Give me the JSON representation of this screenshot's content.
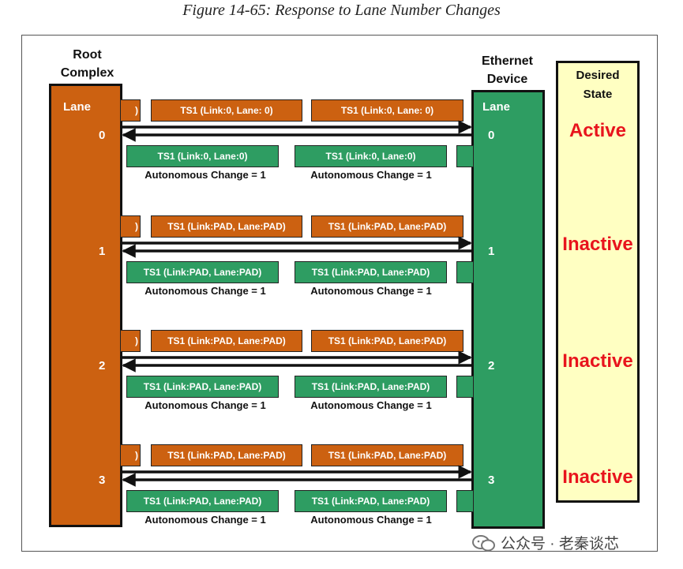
{
  "caption": "Figure 14-65: Response to Lane Number Changes",
  "root_complex": {
    "title": "Root\nComplex",
    "lane_label": "Lane"
  },
  "ethernet_device": {
    "title": "Ethernet\nDevice",
    "lane_label": "Lane"
  },
  "desired_state": {
    "title": "Desired\nState"
  },
  "lanes": [
    {
      "number": "0",
      "tx": "TS1 (Link:0, Lane: 0)",
      "tx_partial": ")",
      "rx": "TS1 (Link:0, Lane:0)",
      "note": "Autonomous Change = 1",
      "state": "Active"
    },
    {
      "number": "1",
      "tx": "TS1 (Link:PAD, Lane:PAD)",
      "tx_partial": ")",
      "rx": "TS1 (Link:PAD, Lane:PAD)",
      "note": "Autonomous Change = 1",
      "state": "Inactive"
    },
    {
      "number": "2",
      "tx": "TS1 (Link:PAD, Lane:PAD)",
      "tx_partial": ")",
      "rx": "TS1 (Link:PAD, Lane:PAD)",
      "note": "Autonomous Change = 1",
      "state": "Inactive"
    },
    {
      "number": "3",
      "tx": "TS1 (Link:PAD, Lane:PAD)",
      "tx_partial": ")",
      "rx": "TS1 (Link:PAD, Lane:PAD)",
      "note": "Autonomous Change = 1",
      "state": "Inactive"
    }
  ],
  "watermark": {
    "text": "公众号 · 老秦谈芯"
  },
  "colors": {
    "orange": "#cc6111",
    "green": "#2e9d62",
    "state_fill": "#ffffc2",
    "state_text": "#e8141d"
  }
}
